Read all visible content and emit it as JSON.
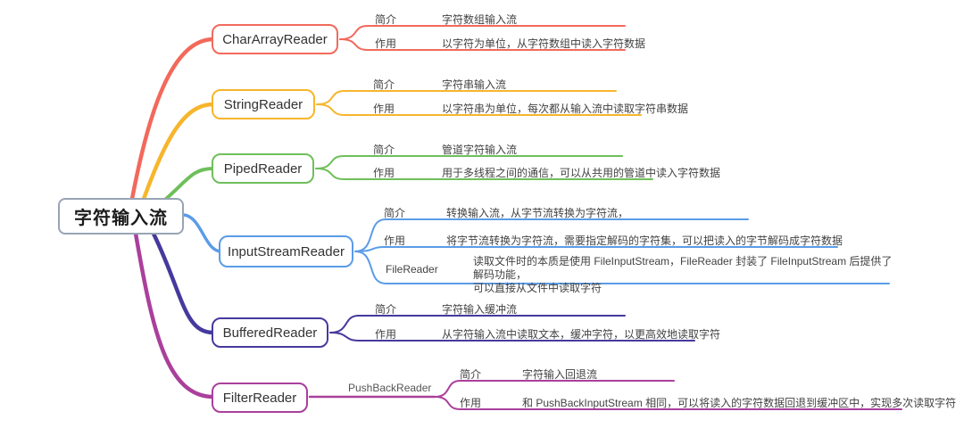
{
  "root": {
    "label": "字符输入流"
  },
  "colors": {
    "char_array": "#f2695c",
    "string": "#f7b52c",
    "piped": "#6fbf5a",
    "input_stream": "#5a9ce8",
    "buffered": "#46399e",
    "filter": "#aa409b",
    "root_border": "#98a4b4"
  },
  "branches": [
    {
      "title": "CharArrayReader",
      "rows": [
        {
          "label": "简介",
          "content": "字符数组输入流"
        },
        {
          "label": "作用",
          "content": "以字符为单位，从字符数组中读入字符数据"
        }
      ]
    },
    {
      "title": "StringReader",
      "rows": [
        {
          "label": "简介",
          "content": "字符串输入流"
        },
        {
          "label": "作用",
          "content": "以字符串为单位，每次都从输入流中读取字符串数据"
        }
      ]
    },
    {
      "title": "PipedReader",
      "rows": [
        {
          "label": "简介",
          "content": "管道字符输入流"
        },
        {
          "label": "作用",
          "content": "用于多线程之间的通信，可以从共用的管道中读入字符数据"
        }
      ]
    },
    {
      "title": "InputStreamReader",
      "rows": [
        {
          "label": "简介",
          "content": "转换输入流，从字节流转换为字符流，"
        },
        {
          "label": "作用",
          "content": "将字节流转换为字符流，需要指定解码的字符集，可以把读入的字节解码成字符数据"
        },
        {
          "label": "FileReader",
          "content": "读取文件时的本质是使用 FileInputStream，FileReader 封装了 FileInputStream 后提供了解码功能，\n可以直接从文件中读取字符"
        }
      ]
    },
    {
      "title": "BufferedReader",
      "rows": [
        {
          "label": "简介",
          "content": "字符输入缓冲流"
        },
        {
          "label": "作用",
          "content": "从字符输入流中读取文本，缓冲字符，以更高效地读取字符"
        }
      ]
    },
    {
      "title": "FilterReader",
      "intermediate": "PushBackReader",
      "rows": [
        {
          "label": "简介",
          "content": "字符输入回退流"
        },
        {
          "label": "作用",
          "content": "和 PushBackInputStream 相同，可以将读入的字符数据回退到缓冲区中，实现多次读取字符"
        }
      ]
    }
  ]
}
